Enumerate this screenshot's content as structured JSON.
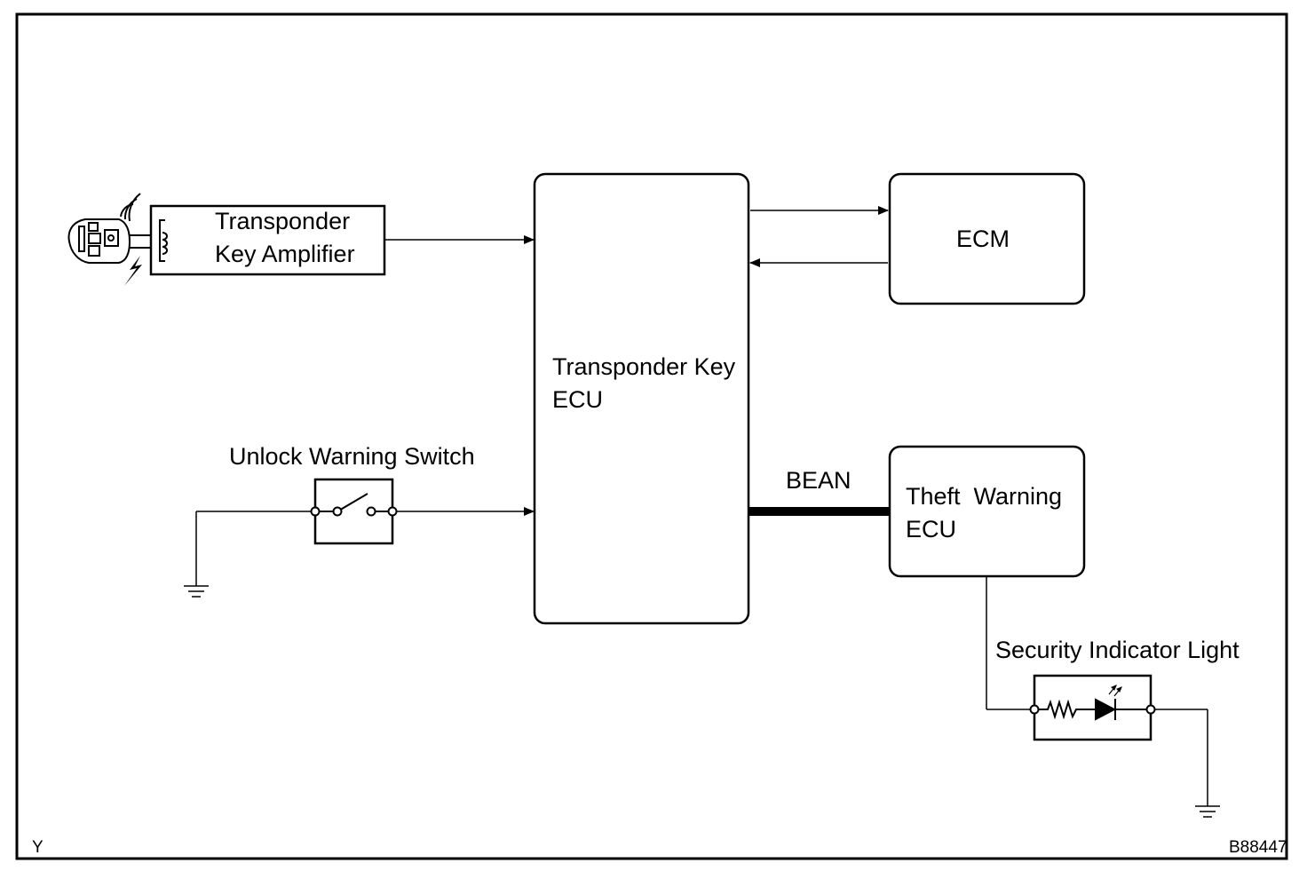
{
  "diagram": {
    "blocks": {
      "amplifier": {
        "line1": "Transponder",
        "line2": "Key Amplifier"
      },
      "transponder_ecu": {
        "line1": "Transponder Key",
        "line2": "ECU"
      },
      "ecm": {
        "label": "ECM"
      },
      "theft_ecu": {
        "line1": "Theft  Warning",
        "line2": "ECU"
      }
    },
    "labels": {
      "unlock_switch": "Unlock Warning Switch",
      "bean": "BEAN",
      "security_light": "Security Indicator Light"
    },
    "corner": {
      "left": "Y",
      "right": "B88447"
    }
  }
}
